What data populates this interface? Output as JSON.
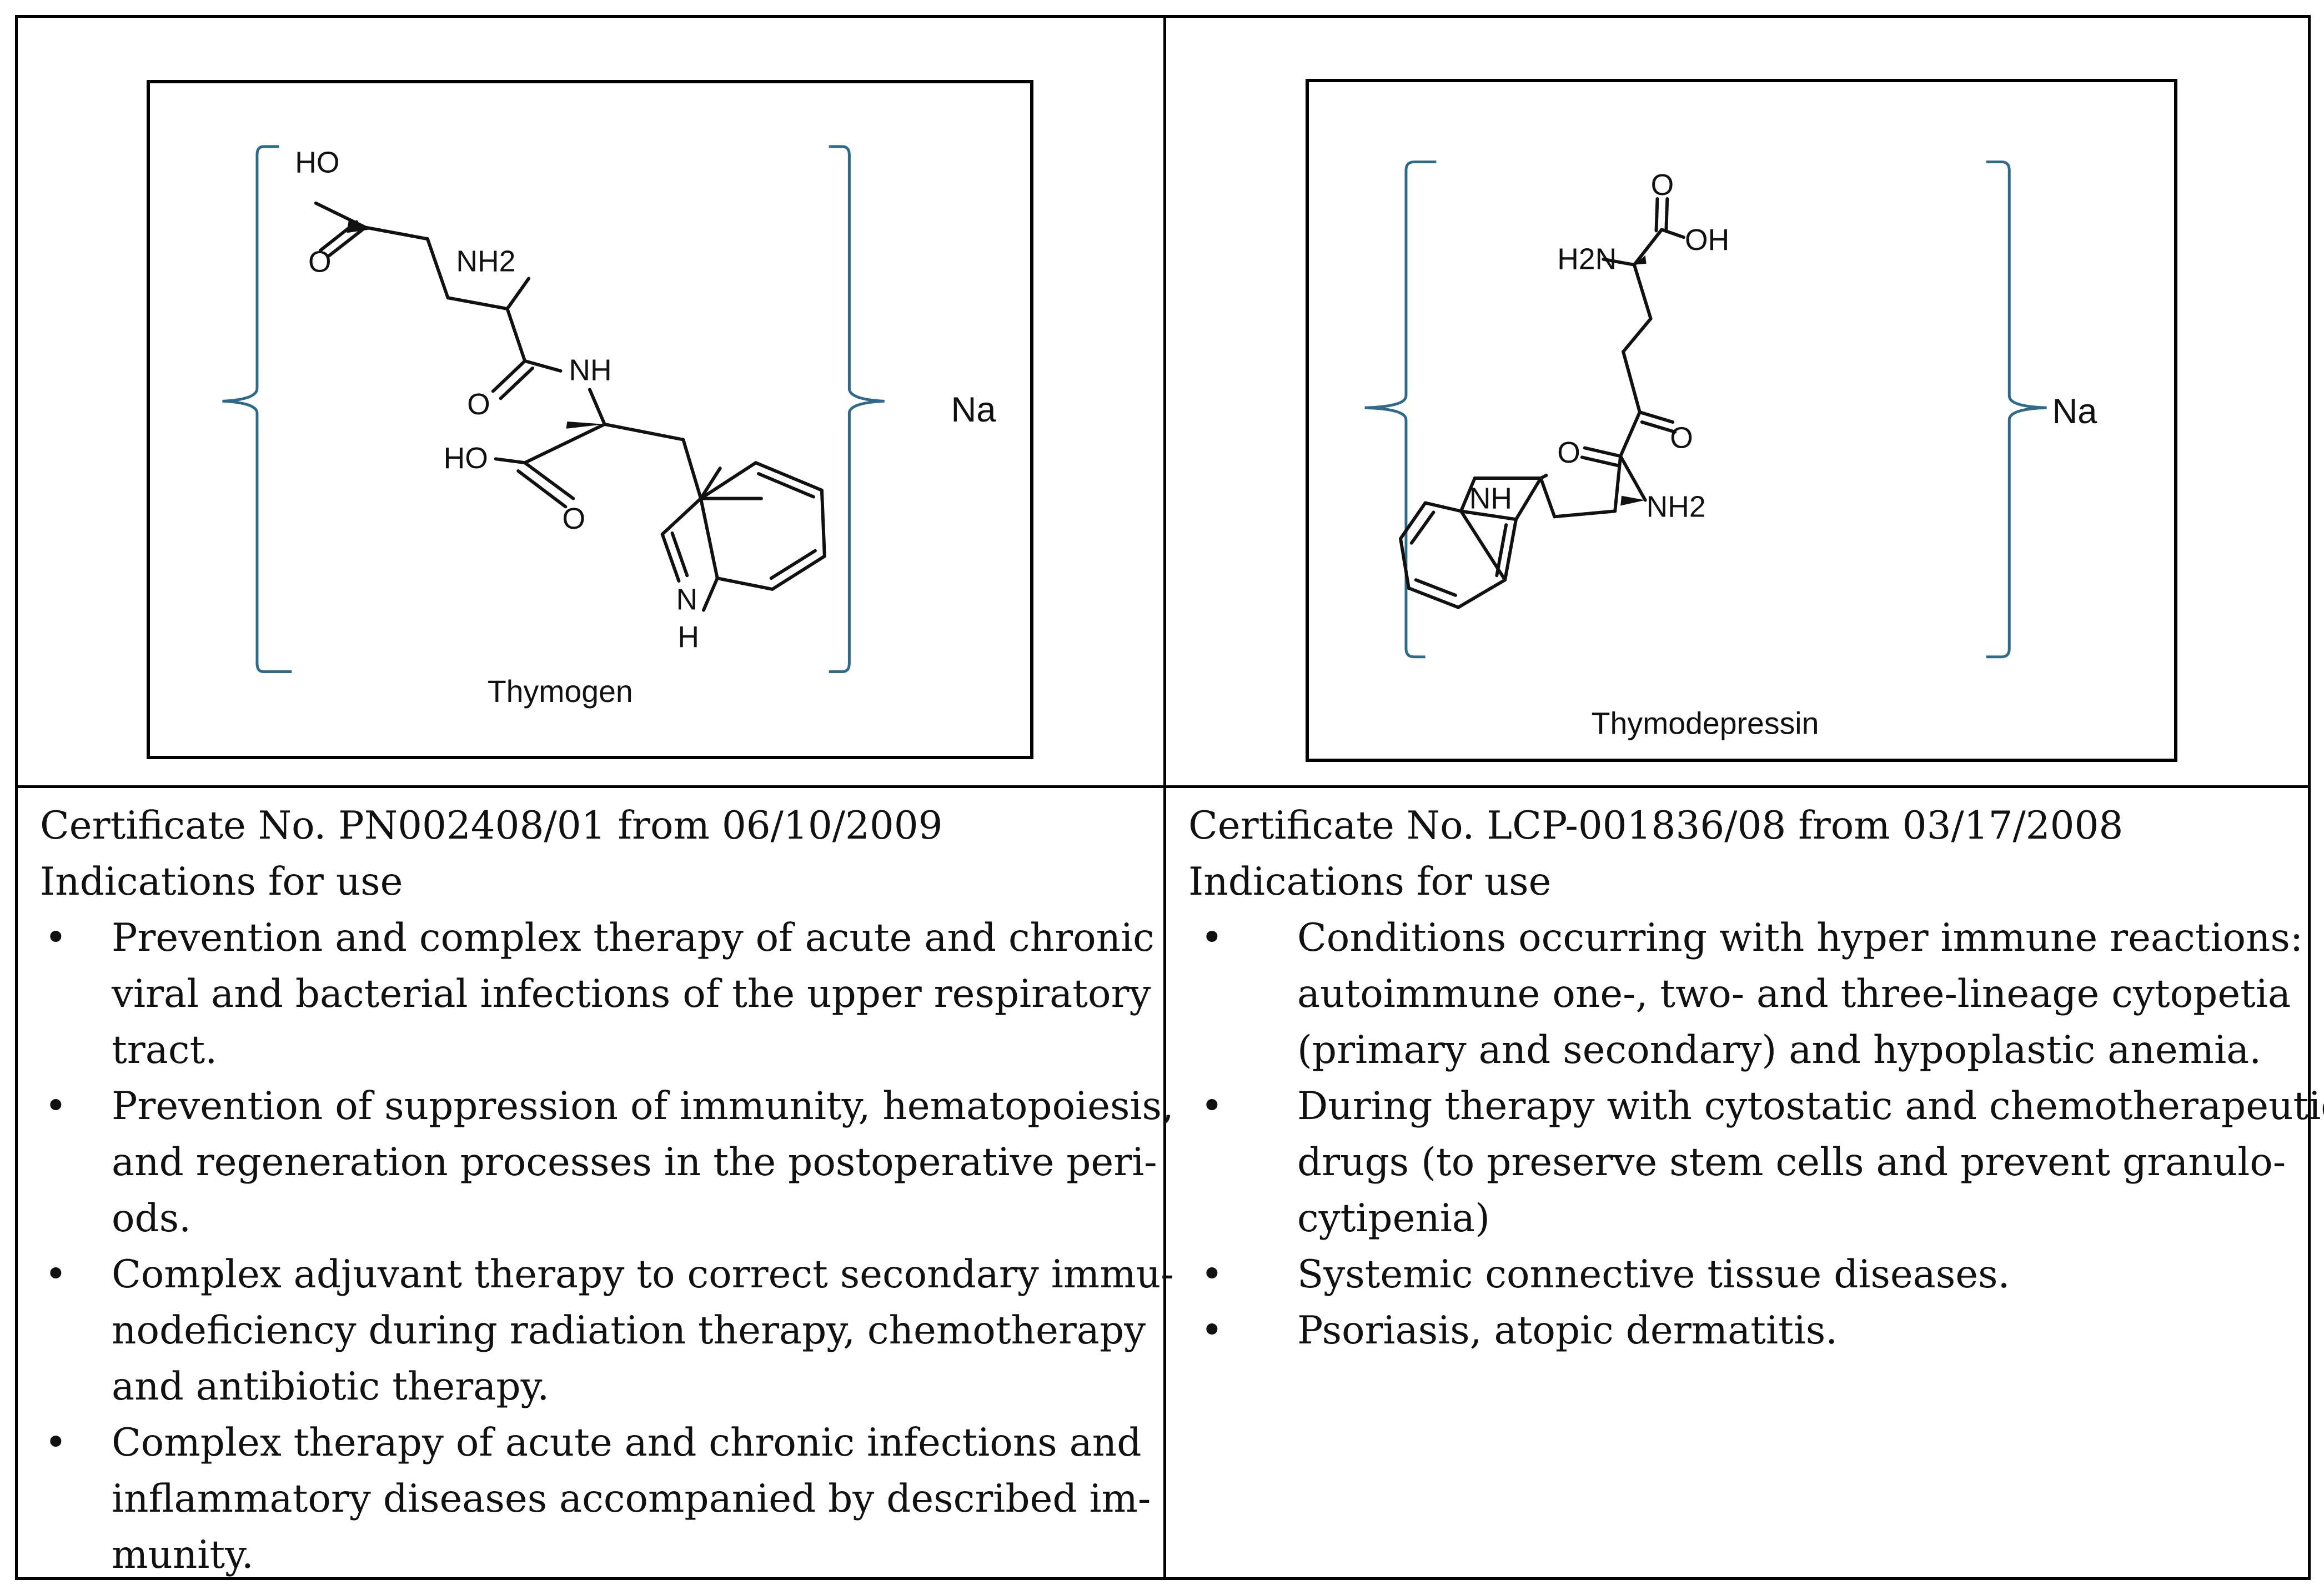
{
  "compounds": [
    {
      "name": "Thymogen",
      "labels": {
        "ho_top": "HO",
        "o_top": "O",
        "nh2": "NH2",
        "o_amide": "O",
        "nh": "NH",
        "ho_acid": "HO",
        "o_acid": "O",
        "n": "N",
        "h": "H",
        "ion": "Na"
      },
      "certificate": "Certificate No. PN002408/01 from 06/10/2009",
      "indications_heading": "Indications for use",
      "indications": [
        [
          "Prevention and complex therapy of acute and chronic",
          "viral and bacterial infections of the upper respiratory",
          "tract."
        ],
        [
          "Prevention of suppression of immunity, hematopoiesis,",
          "and regeneration processes in the postoperative peri-",
          "ods."
        ],
        [
          "Complex adjuvant therapy to correct secondary immu-",
          "nodeficiency during radiation therapy, chemotherapy",
          "and antibiotic therapy."
        ],
        [
          "Complex therapy of acute and chronic infections and",
          "inflammatory diseases accompanied by described im-",
          "munity."
        ]
      ]
    },
    {
      "name": "Thymodepressin",
      "labels": {
        "o_top": "O",
        "oh": "OH",
        "h2n": "H2N",
        "o_ketone": "O",
        "o_left": "O",
        "nh": "NH",
        "nh2": "NH2",
        "ion": "Na"
      },
      "certificate": "Certificate No. LCP-001836/08 from 03/17/2008",
      "indications_heading": "Indications for use",
      "indications": [
        [
          "Conditions occurring with hyper immune reactions:",
          "autoimmune one-, two- and three-lineage cytopetia",
          "(primary and secondary) and hypoplastic anemia."
        ],
        [
          "During therapy with cytostatic and chemotherapeutic",
          "drugs (to preserve stem cells and prevent granulo-",
          "cytipenia)"
        ],
        [
          "Systemic connective tissue diseases."
        ],
        [
          "Psoriasis, atopic dermatitis."
        ]
      ]
    }
  ],
  "bullet_glyph": "•",
  "colors": {
    "bracket": "#2f6a8a",
    "bond": "#111111",
    "border": "#000000"
  }
}
